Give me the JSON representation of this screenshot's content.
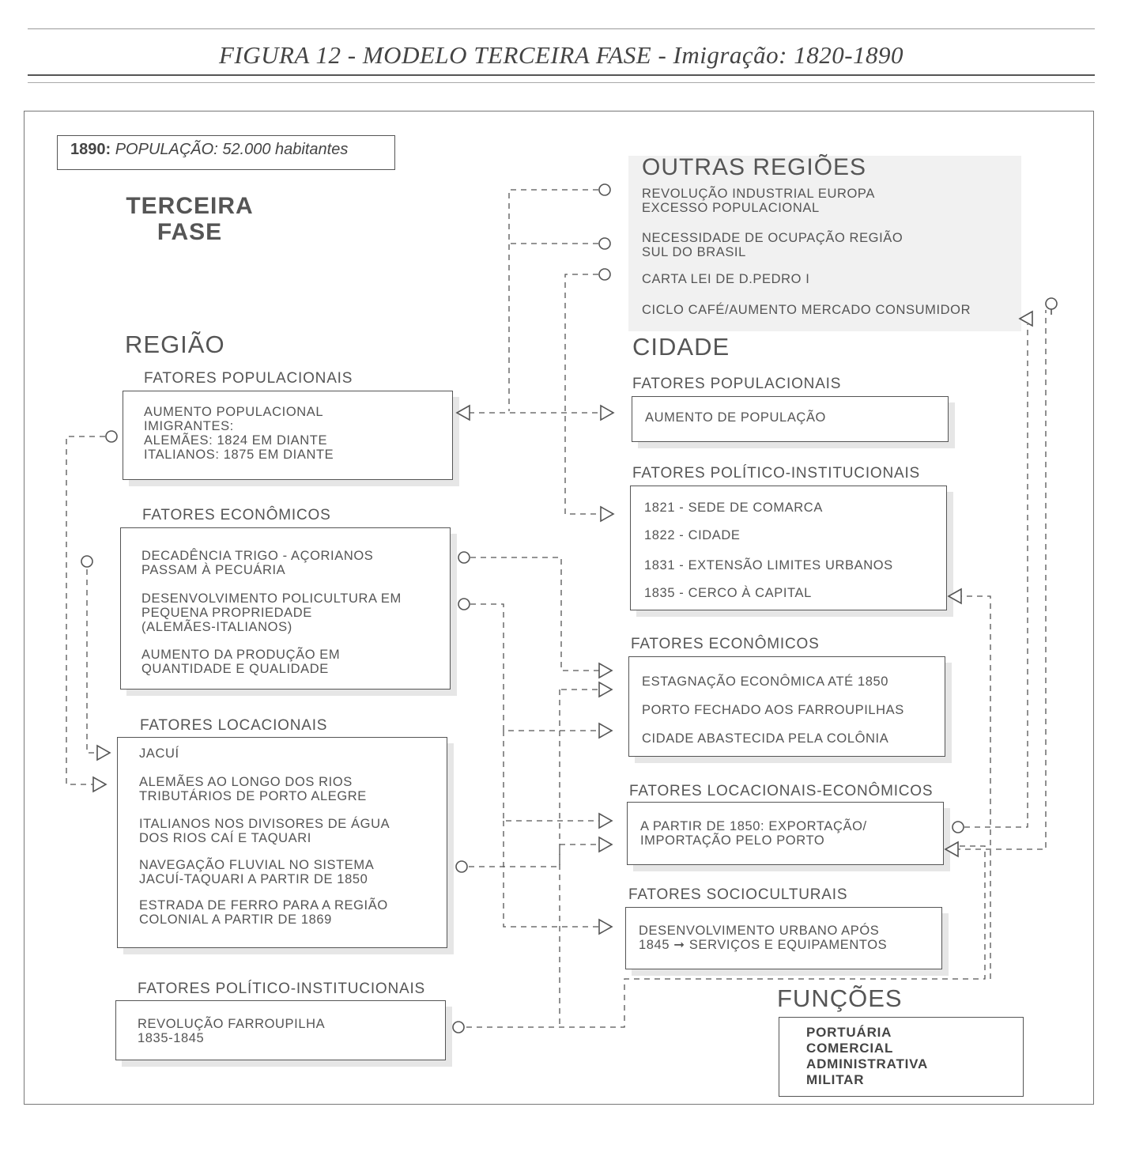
{
  "figure_title": "FIGURA 12 - MODELO TERCEIRA FASE - Imigração: 1820-1890",
  "population": {
    "year": "1890:",
    "label": "POPULAÇÃO: 52.000 habitantes"
  },
  "phase_title": [
    "TERCEIRA",
    "FASE"
  ],
  "outras_regioes": {
    "title": "OUTRAS REGIÕES",
    "items": [
      "REVOLUÇÃO INDUSTRIAL EUROPA\nEXCESSO POPULACIONAL",
      "NECESSIDADE DE OCUPAÇÃO REGIÃO\nSUL DO BRASIL",
      "CARTA LEI DE D.PEDRO I",
      "CICLO CAFÉ/AUMENTO MERCADO CONSUMIDOR"
    ]
  },
  "regiao": {
    "title": "REGIÃO",
    "populacionais": {
      "title": "FATORES POPULACIONAIS",
      "items": [
        "AUMENTO POPULACIONAL\nIMIGRANTES:\nALEMÃES: 1824 EM DIANTE\nITALIANOS: 1875 EM DIANTE"
      ]
    },
    "economicos": {
      "title": "FATORES ECONÔMICOS",
      "items": [
        "DECADÊNCIA TRIGO - AÇORIANOS\nPASSAM À PECUÁRIA",
        "DESENVOLVIMENTO POLICULTURA EM\nPEQUENA PROPRIEDADE\n(ALEMÃES-ITALIANOS)",
        "AUMENTO DA PRODUÇÃO EM\nQUANTIDADE E QUALIDADE"
      ]
    },
    "locacionais": {
      "title": "FATORES LOCACIONAIS",
      "items": [
        "JACUÍ",
        "ALEMÃES AO LONGO DOS RIOS\nTRIBUTÁRIOS DE PORTO ALEGRE",
        "ITALIANOS NOS DIVISORES DE ÁGUA\nDOS RIOS CAÍ E TAQUARI",
        "NAVEGAÇÃO FLUVIAL NO SISTEMA\nJACUÍ-TAQUARI A PARTIR DE 1850",
        "ESTRADA DE FERRO PARA A REGIÃO\nCOLONIAL A PARTIR DE 1869"
      ]
    },
    "politicos": {
      "title": "FATORES POLÍTICO-INSTITUCIONAIS",
      "items": [
        "REVOLUÇÃO FARROUPILHA\n1835-1845"
      ]
    }
  },
  "cidade": {
    "title": "CIDADE",
    "populacionais": {
      "title": "FATORES POPULACIONAIS",
      "items": [
        "AUMENTO DE POPULAÇÃO"
      ]
    },
    "politicos": {
      "title": "FATORES POLÍTICO-INSTITUCIONAIS",
      "items": [
        "1821 - SEDE DE COMARCA",
        "1822 - CIDADE",
        "1831 - EXTENSÃO LIMITES URBANOS",
        "1835 - CERCO À CAPITAL"
      ]
    },
    "economicos": {
      "title": "FATORES ECONÔMICOS",
      "items": [
        "ESTAGNAÇÃO ECONÔMICA ATÉ 1850",
        "PORTO FECHADO AOS FARROUPILHAS",
        "CIDADE ABASTECIDA PELA COLÔNIA"
      ]
    },
    "locacionais": {
      "title": "FATORES LOCACIONAIS-ECONÔMICOS",
      "items": [
        "A PARTIR DE 1850: EXPORTAÇÃO/\nIMPORTAÇÃO PELO PORTO"
      ]
    },
    "socioculturais": {
      "title": "FATORES SOCIOCULTURAIS",
      "items": [
        "DESENVOLVIMENTO URBANO APÓS\n1845 ➞ SERVIÇOS E EQUIPAMENTOS"
      ]
    }
  },
  "funcoes": {
    "title": "FUNÇÕES",
    "items": [
      "PORTUÁRIA",
      "COMERCIAL",
      "ADMINISTRATIVA",
      "MILITAR"
    ]
  }
}
